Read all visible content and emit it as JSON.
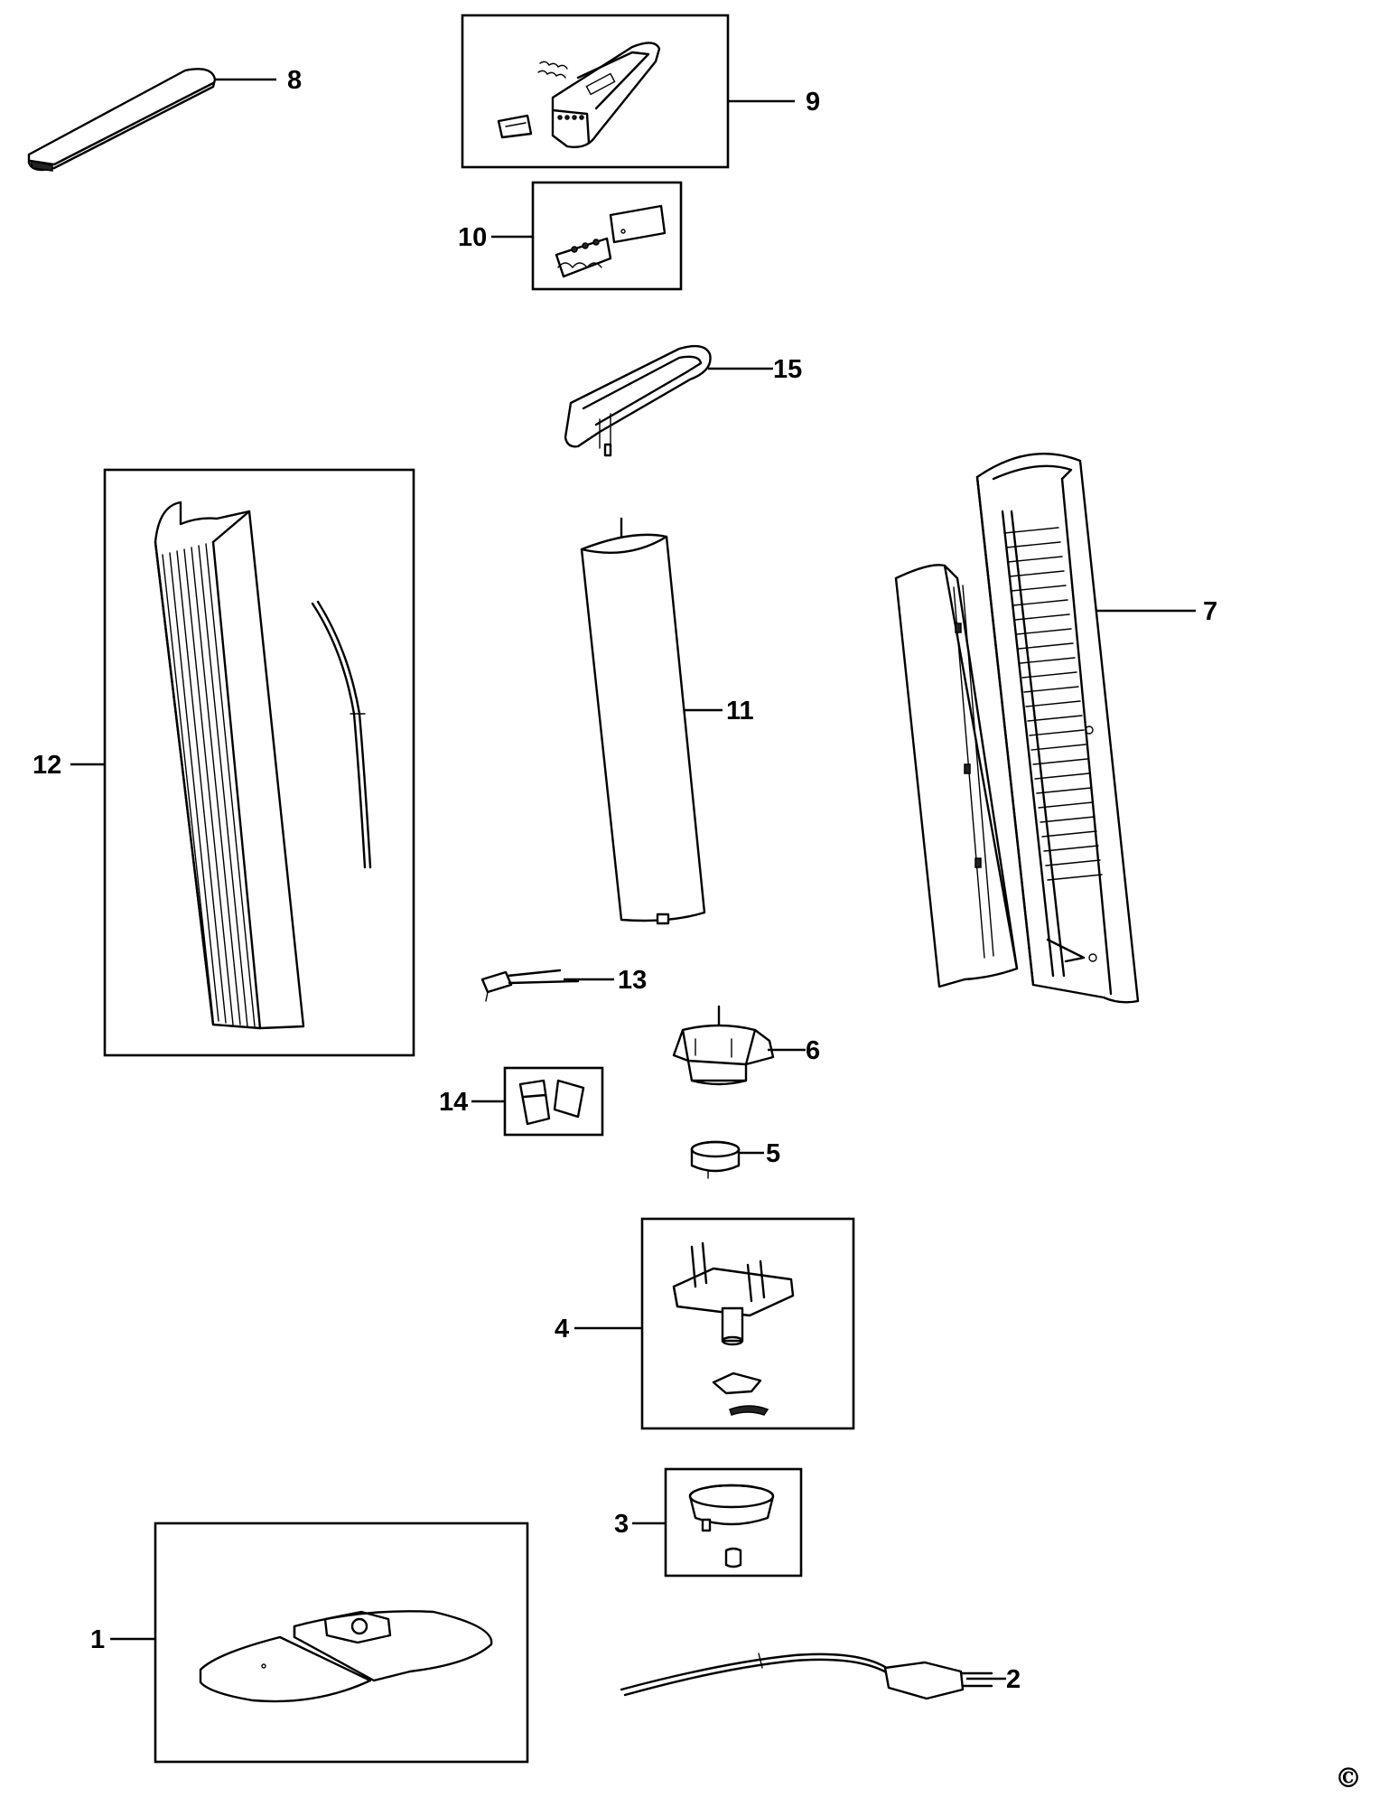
{
  "diagram": {
    "callouts": [
      {
        "id": "1",
        "text": "1"
      },
      {
        "id": "2",
        "text": "2"
      },
      {
        "id": "3",
        "text": "3"
      },
      {
        "id": "4",
        "text": "4"
      },
      {
        "id": "5",
        "text": "5"
      },
      {
        "id": "6",
        "text": "6"
      },
      {
        "id": "7",
        "text": "7"
      },
      {
        "id": "8",
        "text": "8"
      },
      {
        "id": "9",
        "text": "9"
      },
      {
        "id": "10",
        "text": "10"
      },
      {
        "id": "11",
        "text": "11"
      },
      {
        "id": "12",
        "text": "12"
      },
      {
        "id": "13",
        "text": "13"
      },
      {
        "id": "14",
        "text": "14"
      },
      {
        "id": "15",
        "text": "15"
      }
    ],
    "copyright_symbol": "©"
  }
}
